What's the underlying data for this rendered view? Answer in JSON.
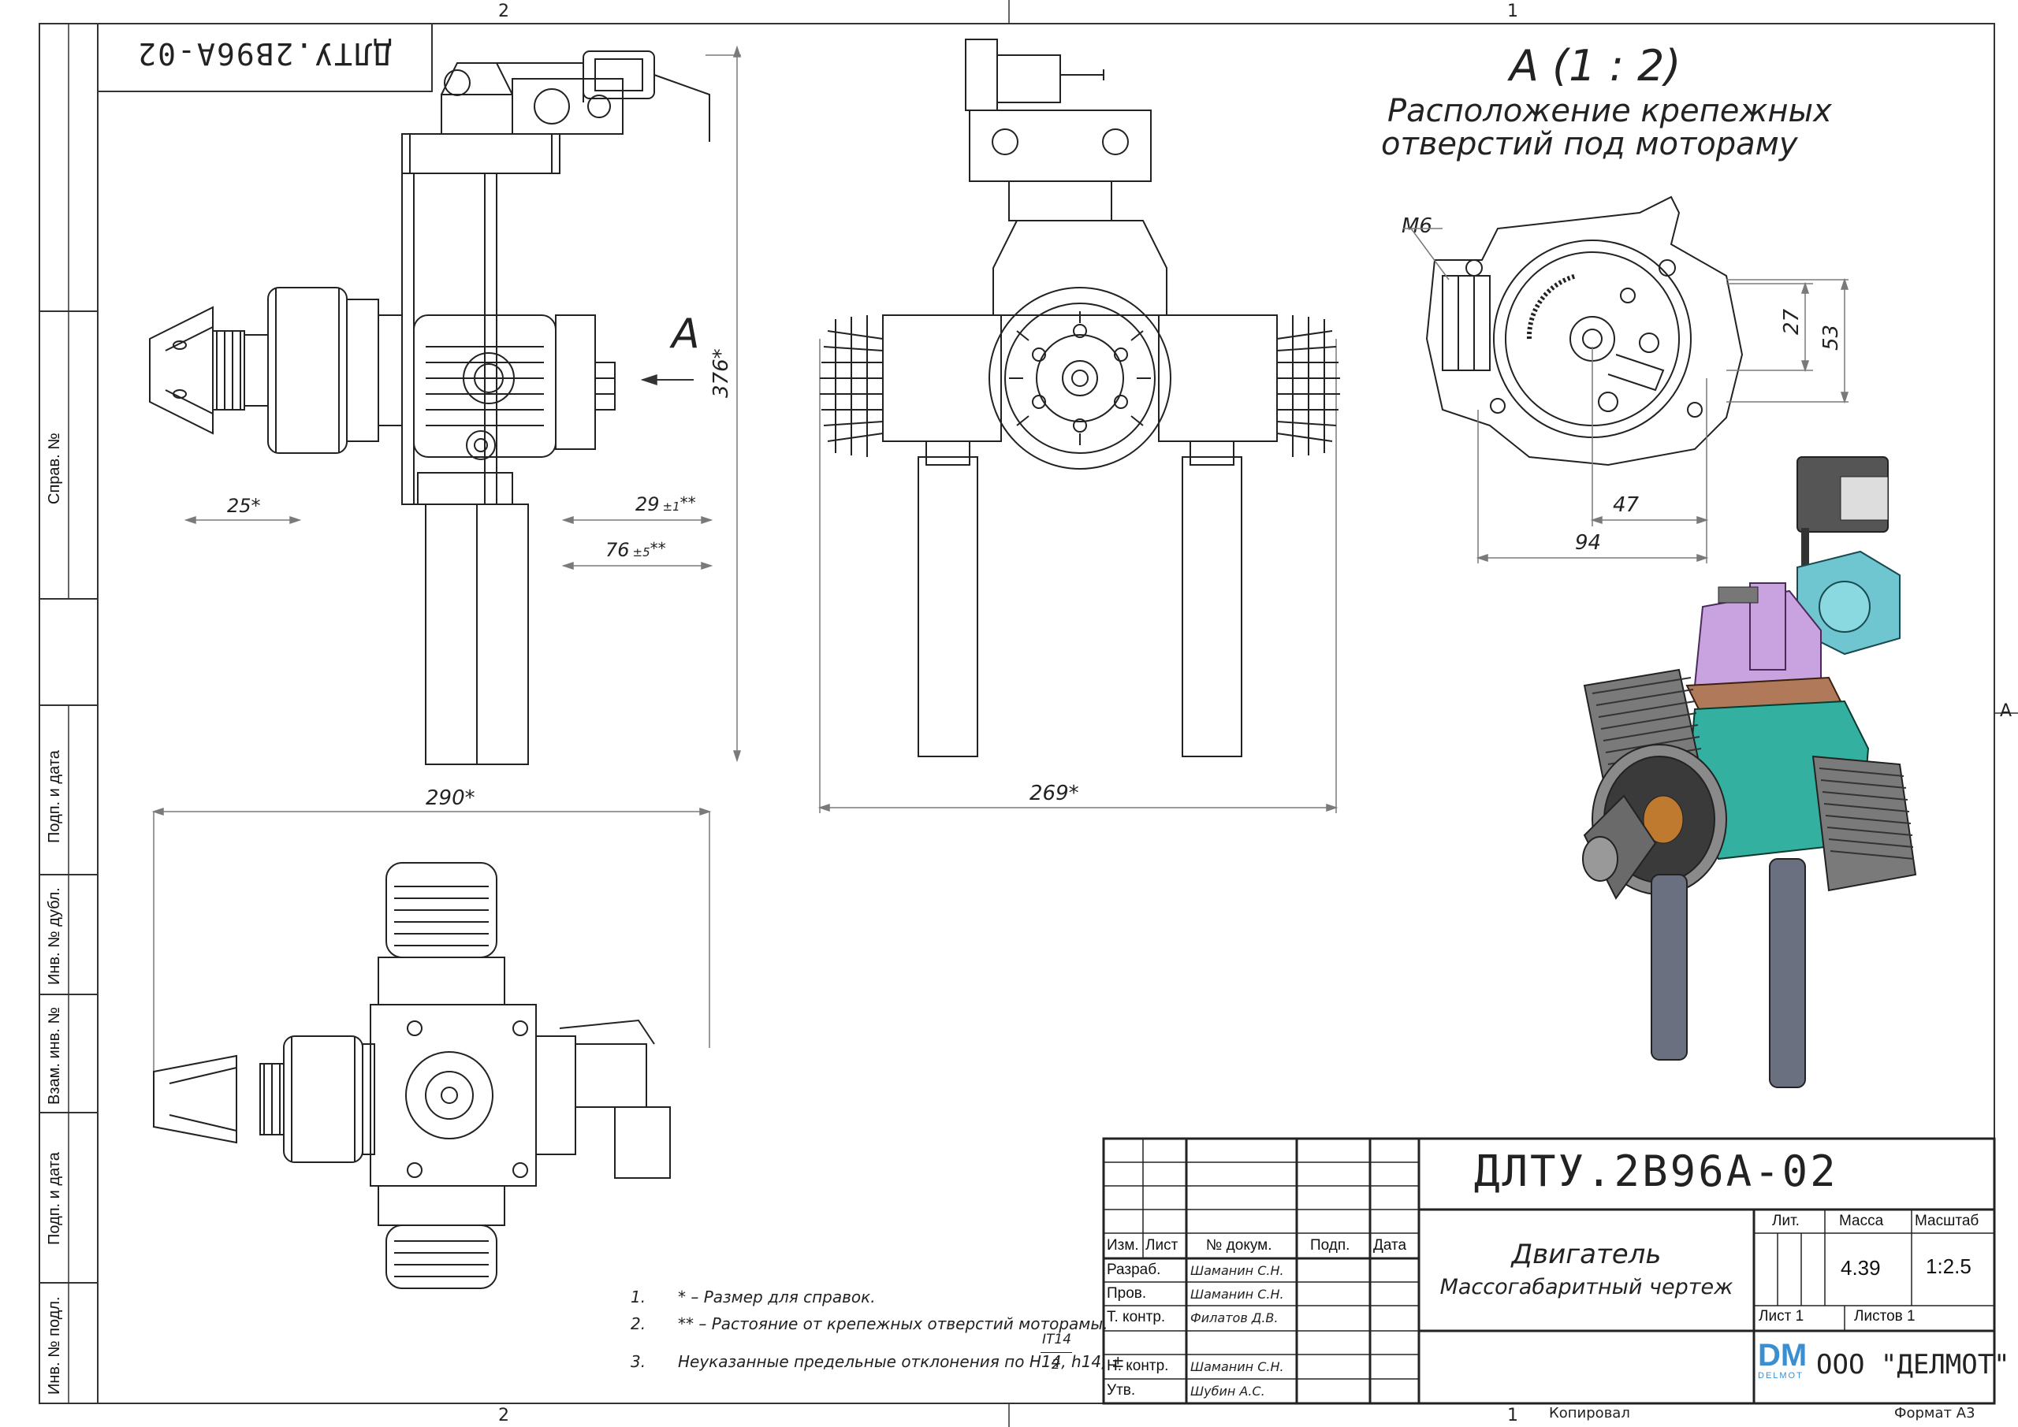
{
  "zones": {
    "top_left": "2",
    "top_right": "1",
    "bottom_left": "2",
    "bottom_right": "1",
    "right": "A"
  },
  "stamp_rotated": "ДЛТУ.2В96А-02",
  "side_labels": [
    "Справ. №",
    "Подп. и дата",
    "Инв. № дубл.",
    "Взам. инв. №",
    "Подп. и дата",
    "Инв. № подл."
  ],
  "view_label": "A",
  "detail": {
    "title": "A (1 : 2)",
    "subtitle_line1": "Расположение крепежных",
    "subtitle_line2": "отверстий под мотораму",
    "thread": "M6"
  },
  "dimensions": {
    "d25": "25*",
    "d29": "29",
    "d29_tol": "±1",
    "d29_mark": "**",
    "d76": "76",
    "d76_tol": "±5",
    "d76_mark": "**",
    "d376": "376*",
    "d269": "269*",
    "d290": "290*",
    "d27": "27",
    "d53": "53",
    "d47": "47",
    "d94": "94"
  },
  "notes": {
    "n1_num": "1.",
    "n1_text": "* – Размер для справок.",
    "n2_num": "2.",
    "n2_text": "** – Растояние от крепежных отверстий моторамы.",
    "n3_num": "3.",
    "n3_text": "Неуказанные предельные отклонения по H14, h14, ±",
    "n3_frac_top": "IT14",
    "n3_frac_bottom": "2"
  },
  "title_block": {
    "doc_number": "ДЛТУ.2В96А-02",
    "name_line1": "Двигатель",
    "name_line2": "Массогабаритный чертеж",
    "col_izm": "Изм.",
    "col_list": "Лист",
    "col_doc": "№ докум.",
    "col_sign": "Подп.",
    "col_date": "Дата",
    "roles": [
      "Разраб.",
      "Пров.",
      "Т. контр.",
      "",
      "Н. контр.",
      "Утв."
    ],
    "names": [
      "Шаманин С.Н.",
      "Шаманин С.Н.",
      "Филатов Д.В.",
      "",
      "Шаманин С.Н.",
      "Шубин А.С."
    ],
    "lit": "Лит.",
    "mass_label": "Масса",
    "scale_label": "Масштаб",
    "mass": "4.39",
    "scale": "1:2.5",
    "sheet": "Лист 1",
    "sheets": "Листов 1",
    "logo": "DM",
    "logo_sub": "DELMOT",
    "company": "ООО \"ДЕЛМОТ\""
  },
  "footer": {
    "copied": "Копировал",
    "format": "Формат А3"
  },
  "colors": {
    "frame": "#333333",
    "dim": "#7a7a7a",
    "logo": "#3a8fd0",
    "violet": "#c9a3e0",
    "teal": "#33b0a0",
    "cyan": "#6fc5d0"
  }
}
